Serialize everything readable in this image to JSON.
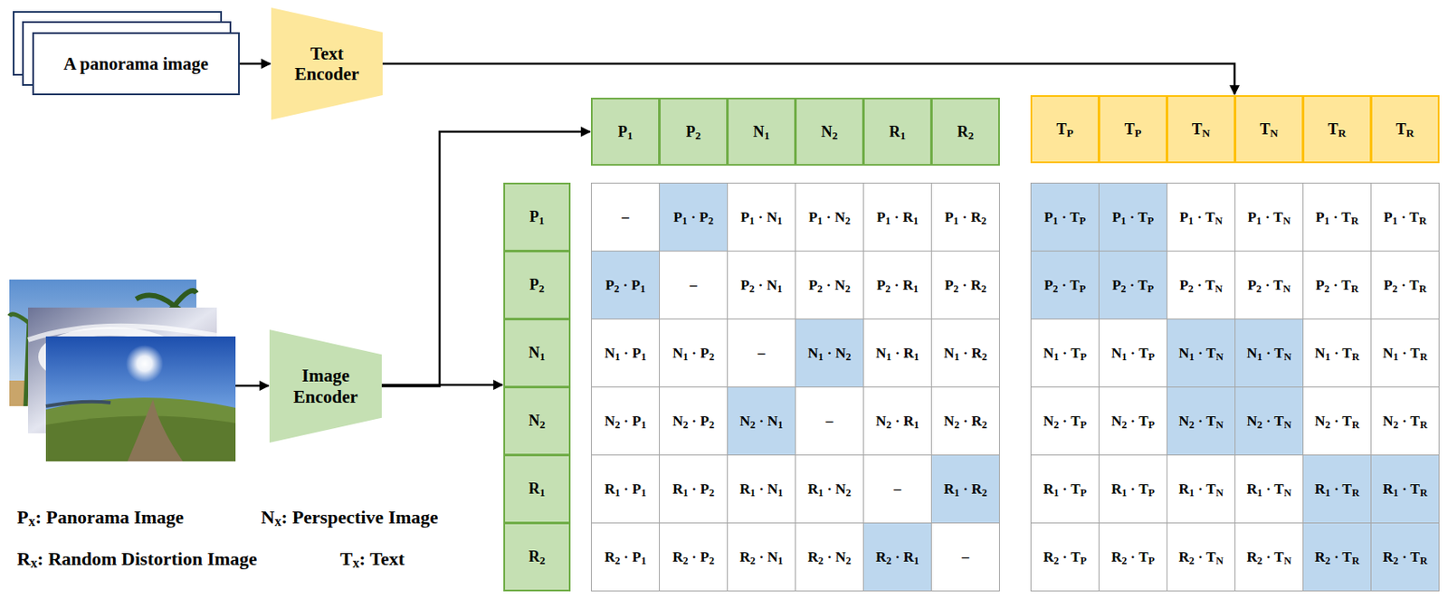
{
  "diagram": {
    "nodes": [
      {
        "text": [
          "A panorama image"
        ]
      },
      {
        "text": [
          "Text Encoder"
        ]
      },
      {
        "text": [
          "P1"
        ]
      },
      {
        "text": [
          "P2"
        ]
      },
      {
        "text": [
          "N1"
        ]
      },
      {
        "text": [
          "N2"
        ]
      },
      {
        "text": [
          "R1"
        ]
      },
      {
        "text": [
          "R2"
        ]
      },
      {
        "text": [
          "TP"
        ]
      },
      {
        "text": [
          "TP"
        ]
      },
      {
        "text": [
          "TN"
        ]
      },
      {
        "text": [
          "TN"
        ]
      },
      {
        "text": [
          "TR"
        ]
      },
      {
        "text": [
          "TR"
        ]
      },
      {
        "text": [
          "Image Encoder"
        ]
      },
      {
        "text": [
          "P1"
        ]
      },
      {
        "text": [
          "P2"
        ]
      },
      {
        "text": [
          "N1"
        ]
      },
      {
        "text": [
          "N2"
        ]
      },
      {
        "text": [
          "R1"
        ]
      },
      {
        "text": [
          "R2"
        ]
      }
    ],
    "edges": [
      {
        "from": 0,
        "to": 1,
        "arrow": "to"
      },
      {
        "from": 1,
        "to": 10,
        "arrow": "to"
      },
      {
        "from": 14,
        "to": 2,
        "arrow": "to"
      },
      {
        "from": 14,
        "to": 17,
        "arrow": "to"
      }
    ],
    "labels": [
      "–",
      "P1 · P2",
      "P1 · N1",
      "P1 · N2",
      "P1 · R1",
      "P1 · R2",
      "P2 · P1",
      "–",
      "P2 · N1",
      "P2 · N2",
      "P2 · R1",
      "P2 · R2",
      "N1 · P1",
      "N1 · P2",
      "–",
      "N1 · N2",
      "N1 · R1",
      "N1 · R2",
      "N2 · P1",
      "N2 · P2",
      "N2 · N1",
      "–",
      "N2 · R1",
      "N2 · R2",
      "R1 · P1",
      "R1 · P2",
      "R1 · N1",
      "R1 · N2",
      "–",
      "R1 · R2",
      "R2 · P1",
      "R2 · P2",
      "R2 · N1",
      "R2 · N2",
      "R2 · R1",
      "–",
      "P1 · TP",
      "P1 · TP",
      "P1 · TN",
      "P1 · TN",
      "P1 · TR",
      "P1 · TR",
      "P2 · TP",
      "P2 · TP",
      "P2 · TN",
      "P2 · TN",
      "P2 · TR",
      "P2 · TR",
      "N1 · TP",
      "N1 · TP",
      "N1 · TN",
      "N1 · TN",
      "N1 · TR",
      "N1 · TR",
      "N2 · TP",
      "N2 · TP",
      "N2 · TN",
      "N2 · TN",
      "N2 · TR",
      "N2 · TR",
      "R1 · TP",
      "R1 · TP",
      "R1 · TN",
      "R1 · TN",
      "R1 · TR",
      "R1 · TR",
      "R2 · TP",
      "R2 · TP",
      "R2 · TN",
      "R2 · TN",
      "R2 · TR",
      "R2 · TR",
      "Px: Panorama Image",
      "Nx: Perspective Image",
      "Rx: Random Distortion Image",
      "Tx: Text"
    ]
  }
}
